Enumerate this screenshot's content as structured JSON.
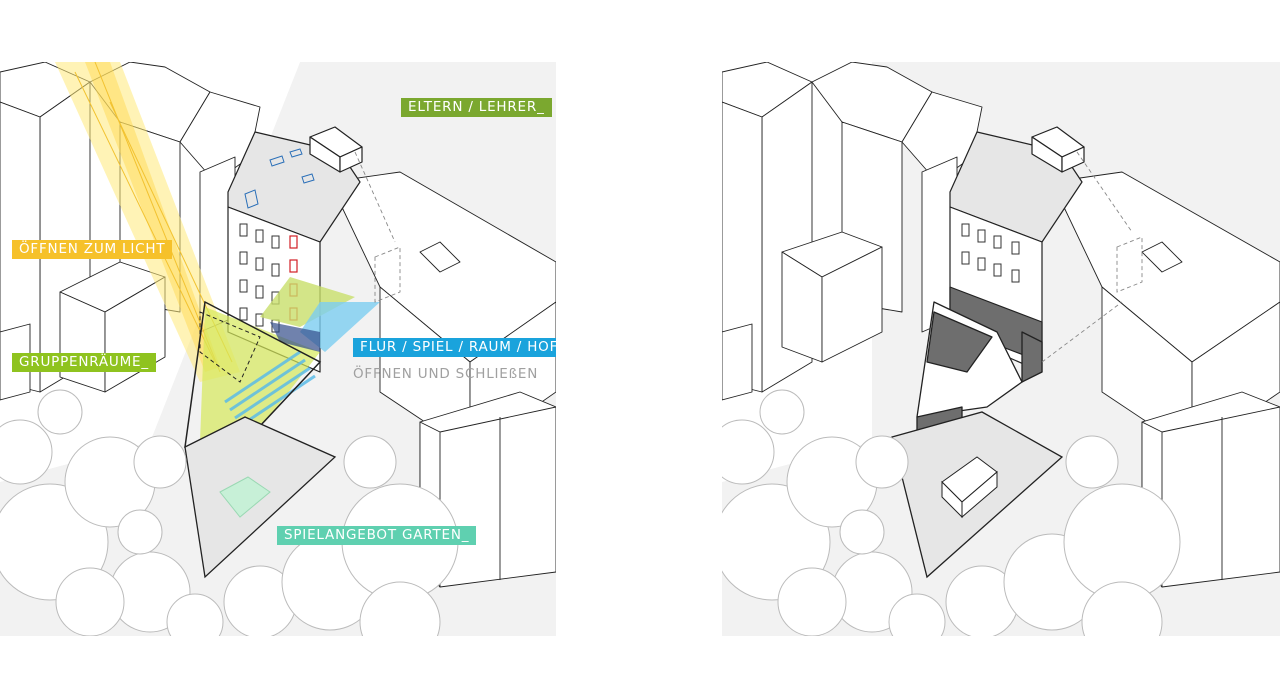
{
  "labels": {
    "eltern_lehrer": "ELTERN / LEHRER_",
    "oeffnen_licht": "ÖFFNEN ZUM LICHT",
    "gruppenraeume": "GRUPPENRÄUME_",
    "flur_spiel": "FLUR / SPIEL / RAUM / HOF_",
    "oeffnen_schliessen": "ÖFFNEN UND SCHLIEßEN",
    "spielangebot": "SPIELANGEBOT GARTEN_"
  },
  "colors": {
    "eltern_lehrer": "#7ba82f",
    "oeffnen_licht": "#f6c12a",
    "gruppenraeume": "#8fc31f",
    "flur_spiel": "#1aa3dc",
    "oeffnen_schliessen": "#a0a0a0",
    "spielangebot": "#5fd0b0",
    "window_red": "#d21f26",
    "window_blue": "#2a6fb8",
    "dark_fill": "#6e6e6e"
  }
}
